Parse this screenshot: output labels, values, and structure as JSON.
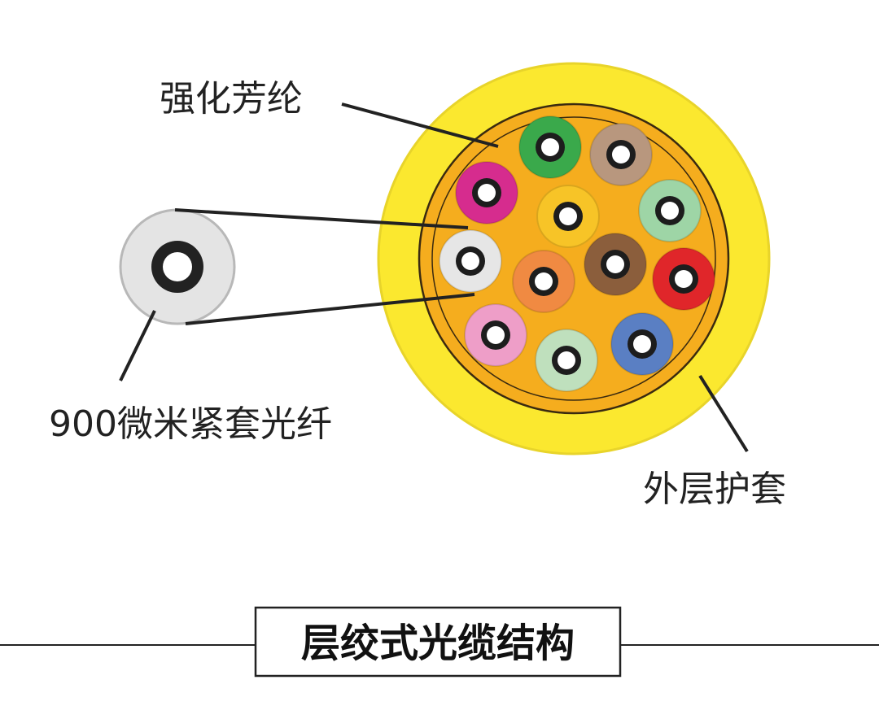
{
  "labels": {
    "aramid": "强化芳纶",
    "tight_buffer": "900微米紧套光纤",
    "outer_jacket": "外层护套"
  },
  "caption": "层绞式光缆结构",
  "colors": {
    "jacket": "#fbe82f",
    "aramid_fill": "#f5ad1e",
    "jacket_outline": "#d6c21f",
    "fiber_core": "#1d1d1d",
    "line": "#222222"
  },
  "fibers": [
    {
      "name": "green",
      "color": "#3aa94b"
    },
    {
      "name": "tan",
      "color": "#b8977e"
    },
    {
      "name": "magenta",
      "color": "#d62c8e"
    },
    {
      "name": "yellow-center",
      "color": "#f7c427"
    },
    {
      "name": "light-green",
      "color": "#9ed5a6"
    },
    {
      "name": "white",
      "color": "#e6e6e6"
    },
    {
      "name": "orange",
      "color": "#f08a42"
    },
    {
      "name": "brown",
      "color": "#8b5e3c"
    },
    {
      "name": "red",
      "color": "#e0262a"
    },
    {
      "name": "pink",
      "color": "#ee9ec8"
    },
    {
      "name": "pale-green",
      "color": "#bfe0bd"
    },
    {
      "name": "blue",
      "color": "#5a7fc3"
    }
  ]
}
